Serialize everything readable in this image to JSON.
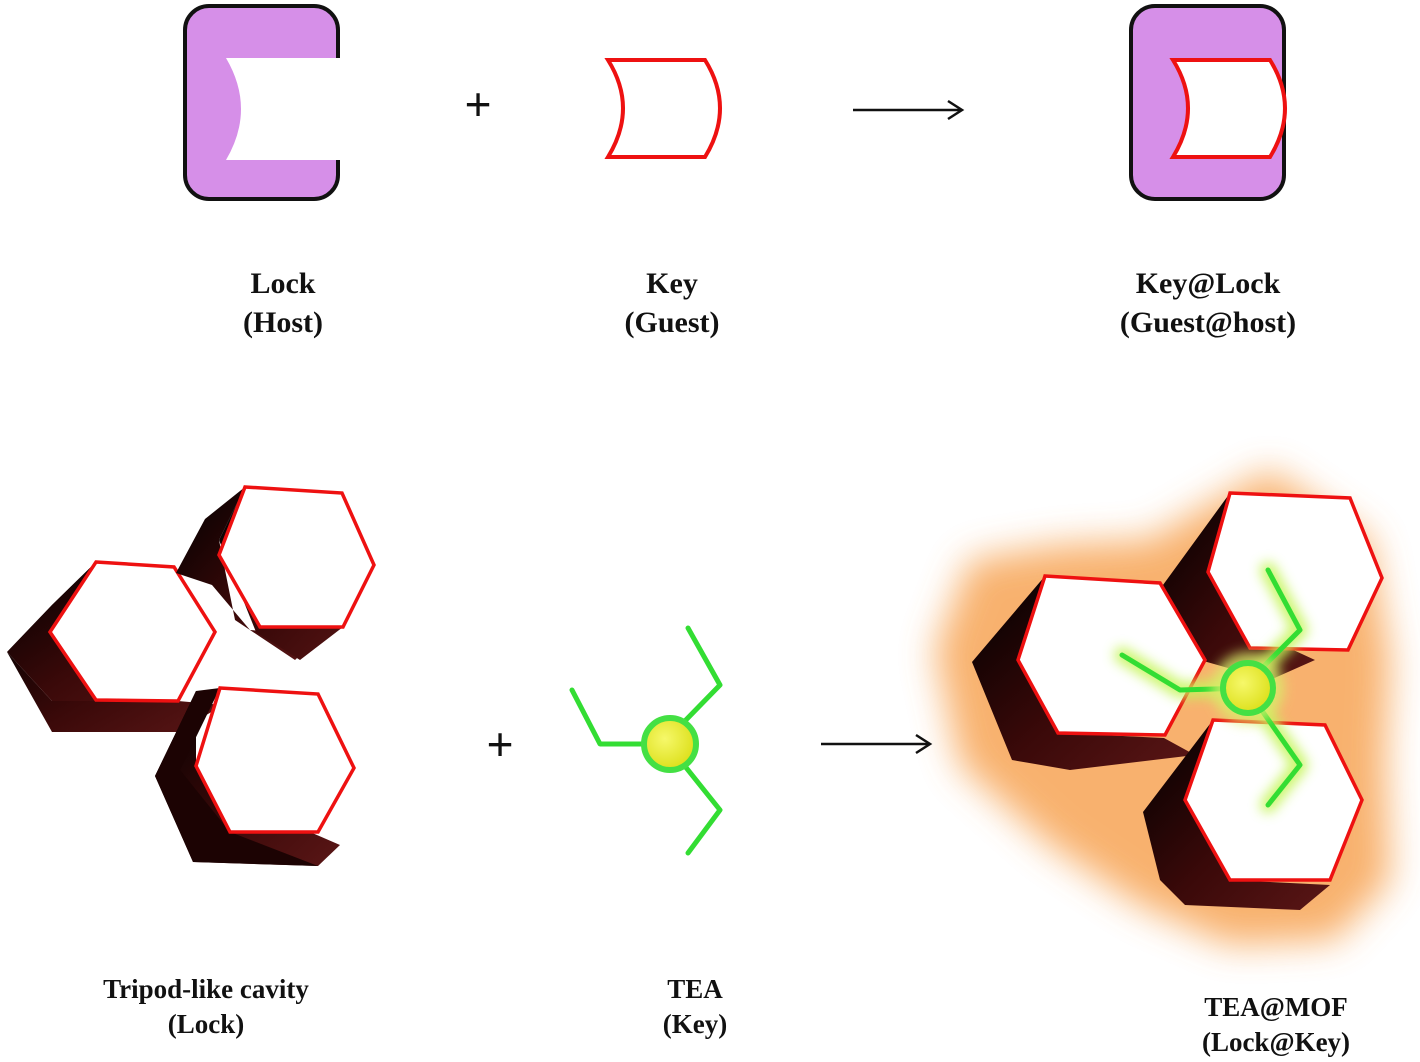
{
  "top_row": {
    "lock": {
      "line1": "Lock",
      "line2": "(Host)"
    },
    "key": {
      "line1": "Key",
      "line2": "(Guest)"
    },
    "complex": {
      "line1": "Key@Lock",
      "line2": "(Guest@host)"
    },
    "operator": "+"
  },
  "bottom_row": {
    "lock": {
      "line1": "Tripod-like cavity",
      "line2": "(Lock)"
    },
    "key": {
      "line1": "TEA",
      "line2": "(Key)"
    },
    "complex": {
      "line1": "TEA@MOF",
      "line2": "(Lock@Key)"
    },
    "operator": "+"
  },
  "colors": {
    "host_fill": "#d68fe8",
    "key_outline": "#ee1111",
    "hexagon_side": "#2a0505",
    "tea_arm": "#33dd33",
    "tea_core": "#e6ef24",
    "glow": "#f7a455"
  }
}
